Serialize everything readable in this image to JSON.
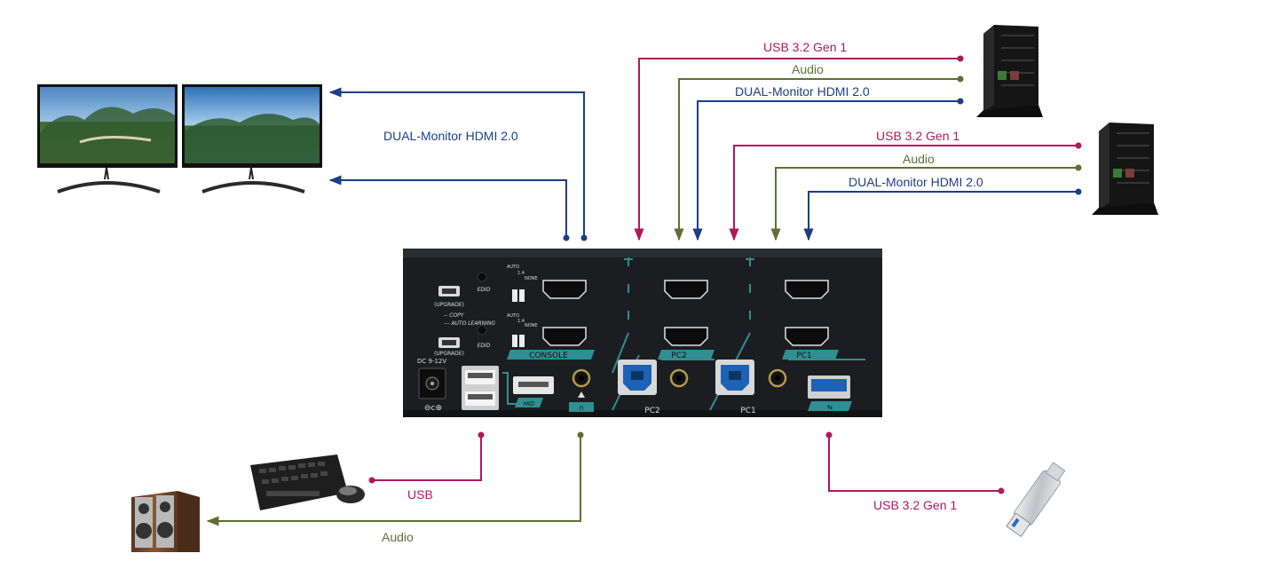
{
  "colors": {
    "usb": "#b0185e",
    "audio": "#5d7033",
    "hdmi": "#1a3f86",
    "panel": "#1b1d20",
    "panel_accent": "#2f8f92"
  },
  "labels": {
    "monitor_link": "DUAL-Monitor HDMI 2.0",
    "pc2_usb": "USB 3.2 Gen 1",
    "pc2_audio": "Audio",
    "pc2_hdmi": "DUAL-Monitor HDMI 2.0",
    "pc1_usb": "USB 3.2 Gen 1",
    "pc1_audio": "Audio",
    "pc1_hdmi": "DUAL-Monitor HDMI 2.0",
    "keyboard_usb": "USB",
    "speaker_audio": "Audio",
    "flash_usb": "USB 3.2 Gen 1"
  },
  "panel": {
    "upgrade_1": "(UPGRADE)",
    "upgrade_2": "(UPGRADE)",
    "edid_1": "EDID",
    "edid_2": "EDID",
    "auto_1": "AUTO",
    "auto_2": "AUTO",
    "v14_1": "1.4",
    "v14_2": "1.4",
    "none_1": "NONE",
    "none_2": "NONE",
    "copy": "-- COPY",
    "auto_learning": "--- AUTO LEARNING",
    "console": "CONSOLE",
    "pc2_label": "PC2",
    "pc1_label": "PC1",
    "pc2_bottom": "PC2",
    "pc1_bottom": "PC1",
    "dc": "DC 9-12V",
    "hid": "HID"
  },
  "icons": {
    "monitors": "dual-monitor-icon",
    "tower_pc2": "tower-pc-icon",
    "tower_pc1": "tower-pc-icon",
    "keyboard": "keyboard-mouse-icon",
    "speakers": "speakers-icon",
    "flash": "usb-flash-drive-icon"
  }
}
